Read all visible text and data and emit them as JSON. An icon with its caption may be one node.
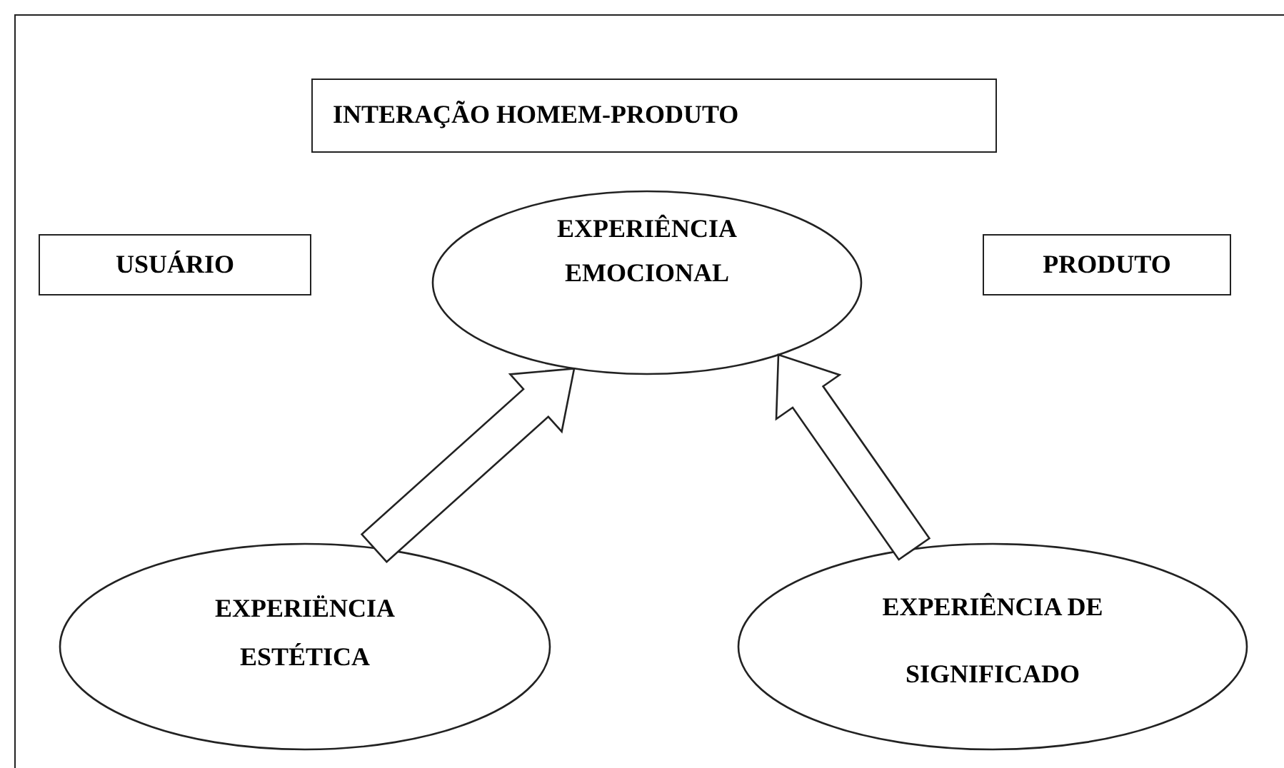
{
  "diagram": {
    "nodes": [
      {
        "text": [
          "INTERAÇÃO HOMEM-PRODUTO"
        ]
      },
      {
        "text": [
          "USUÁRIO"
        ]
      },
      {
        "text": [
          "EXPERIÊNCIA EMOCIONAL"
        ]
      },
      {
        "text": [
          "PRODUTO"
        ]
      },
      {
        "text": [
          "EXPERIËNCIA ESTÉTICA"
        ]
      },
      {
        "text": [
          "EXPERIÊNCIA DE SIGNIFICADO"
        ]
      }
    ],
    "edges": [
      {
        "from": 4,
        "to": 2,
        "arrow": "to"
      },
      {
        "from": 5,
        "to": 2,
        "arrow": "to"
      }
    ]
  }
}
